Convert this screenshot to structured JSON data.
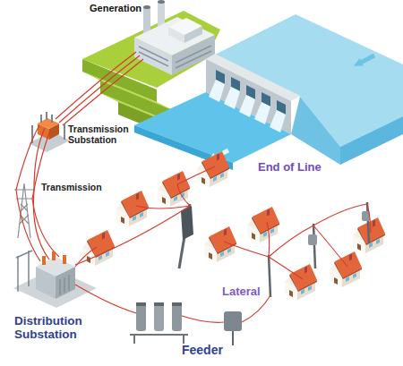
{
  "diagram": {
    "labels": [
      "Generation",
      "Transmission Substation",
      "Transmission",
      "End of Line",
      "Lateral",
      "Distribution Substation",
      "Feeder"
    ]
  }
}
